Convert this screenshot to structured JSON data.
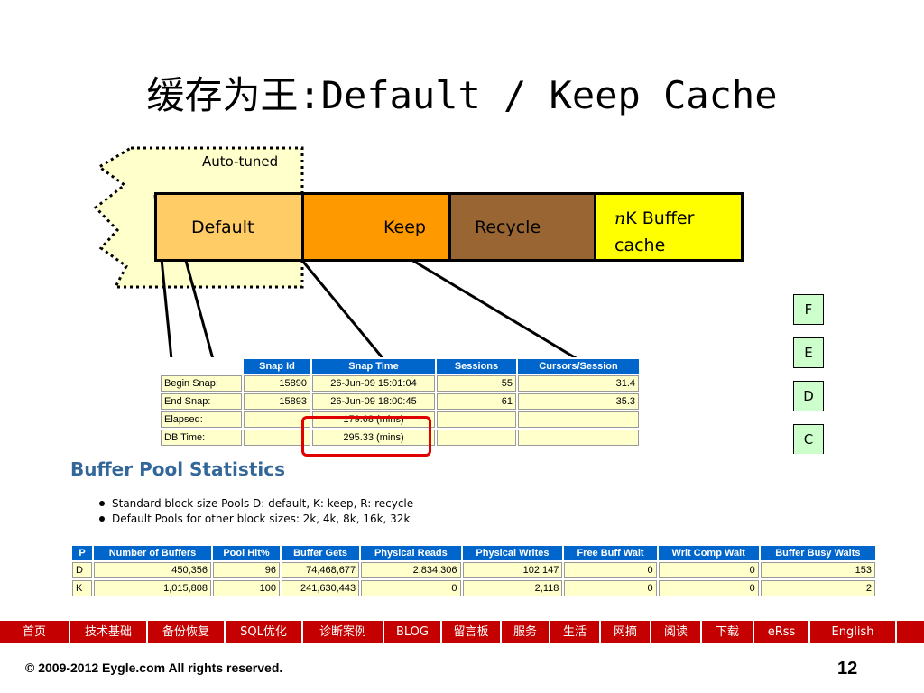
{
  "title": "缓存为王:Default / Keep Cache",
  "buffer_diagram": {
    "auto_tuned_label": "Auto-tuned",
    "segments": {
      "default": "Default",
      "keep": "Keep",
      "recycle": "Recycle",
      "nk_prefix": "n",
      "nk_line1": "K Buffer",
      "nk_line2": "cache"
    },
    "side_labels": [
      "F",
      "E",
      "D",
      "C"
    ]
  },
  "snap_table": {
    "headers": [
      "",
      "Snap Id",
      "Snap Time",
      "Sessions",
      "Cursors/Session"
    ],
    "rows": [
      [
        "Begin Snap:",
        "15890",
        "26-Jun-09 15:01:04",
        "55",
        "31.4"
      ],
      [
        "End Snap:",
        "15893",
        "26-Jun-09 18:00:45",
        "61",
        "35.3"
      ],
      [
        "Elapsed:",
        "",
        "179.68 (mins)",
        "",
        ""
      ],
      [
        "DB Time:",
        "",
        "295.33 (mins)",
        "",
        ""
      ]
    ]
  },
  "buffer_pool": {
    "heading": "Buffer Pool Statistics",
    "bullets": [
      "Standard block size Pools D: default, K: keep, R: recycle",
      "Default Pools for other block sizes: 2k, 4k, 8k, 16k, 32k"
    ],
    "headers": [
      "P",
      "Number of Buffers",
      "Pool Hit%",
      "Buffer Gets",
      "Physical Reads",
      "Physical Writes",
      "Free Buff Wait",
      "Writ Comp Wait",
      "Buffer Busy Waits"
    ],
    "rows": [
      [
        "D",
        "450,356",
        "96",
        "74,468,677",
        "2,834,306",
        "102,147",
        "0",
        "0",
        "153"
      ],
      [
        "K",
        "1,015,808",
        "100",
        "241,630,443",
        "0",
        "2,118",
        "0",
        "0",
        "2"
      ]
    ]
  },
  "nav": [
    "首页",
    "技术基础",
    "备份恢复",
    "SQL优化",
    "诊断案例",
    "BLOG",
    "留言板",
    "服务",
    "生活",
    "网摘",
    "阅读",
    "下载",
    "eRss",
    "English"
  ],
  "footer": "© 2009-2012 Eygle.com All rights reserved.",
  "page_number": "12",
  "colors": {
    "auto_tuned_fill": "#ffffcc",
    "default_fill": "#ffcc66",
    "keep_fill": "#ff9900",
    "recycle_fill": "#996633",
    "nk_fill": "#ffff00",
    "side_label_fill": "#ccffcc",
    "table_header": "#0066cc",
    "table_cell": "#ffffcc",
    "highlight_border": "#e00000",
    "nav_bg": "#c40000",
    "heading": "#336699"
  }
}
